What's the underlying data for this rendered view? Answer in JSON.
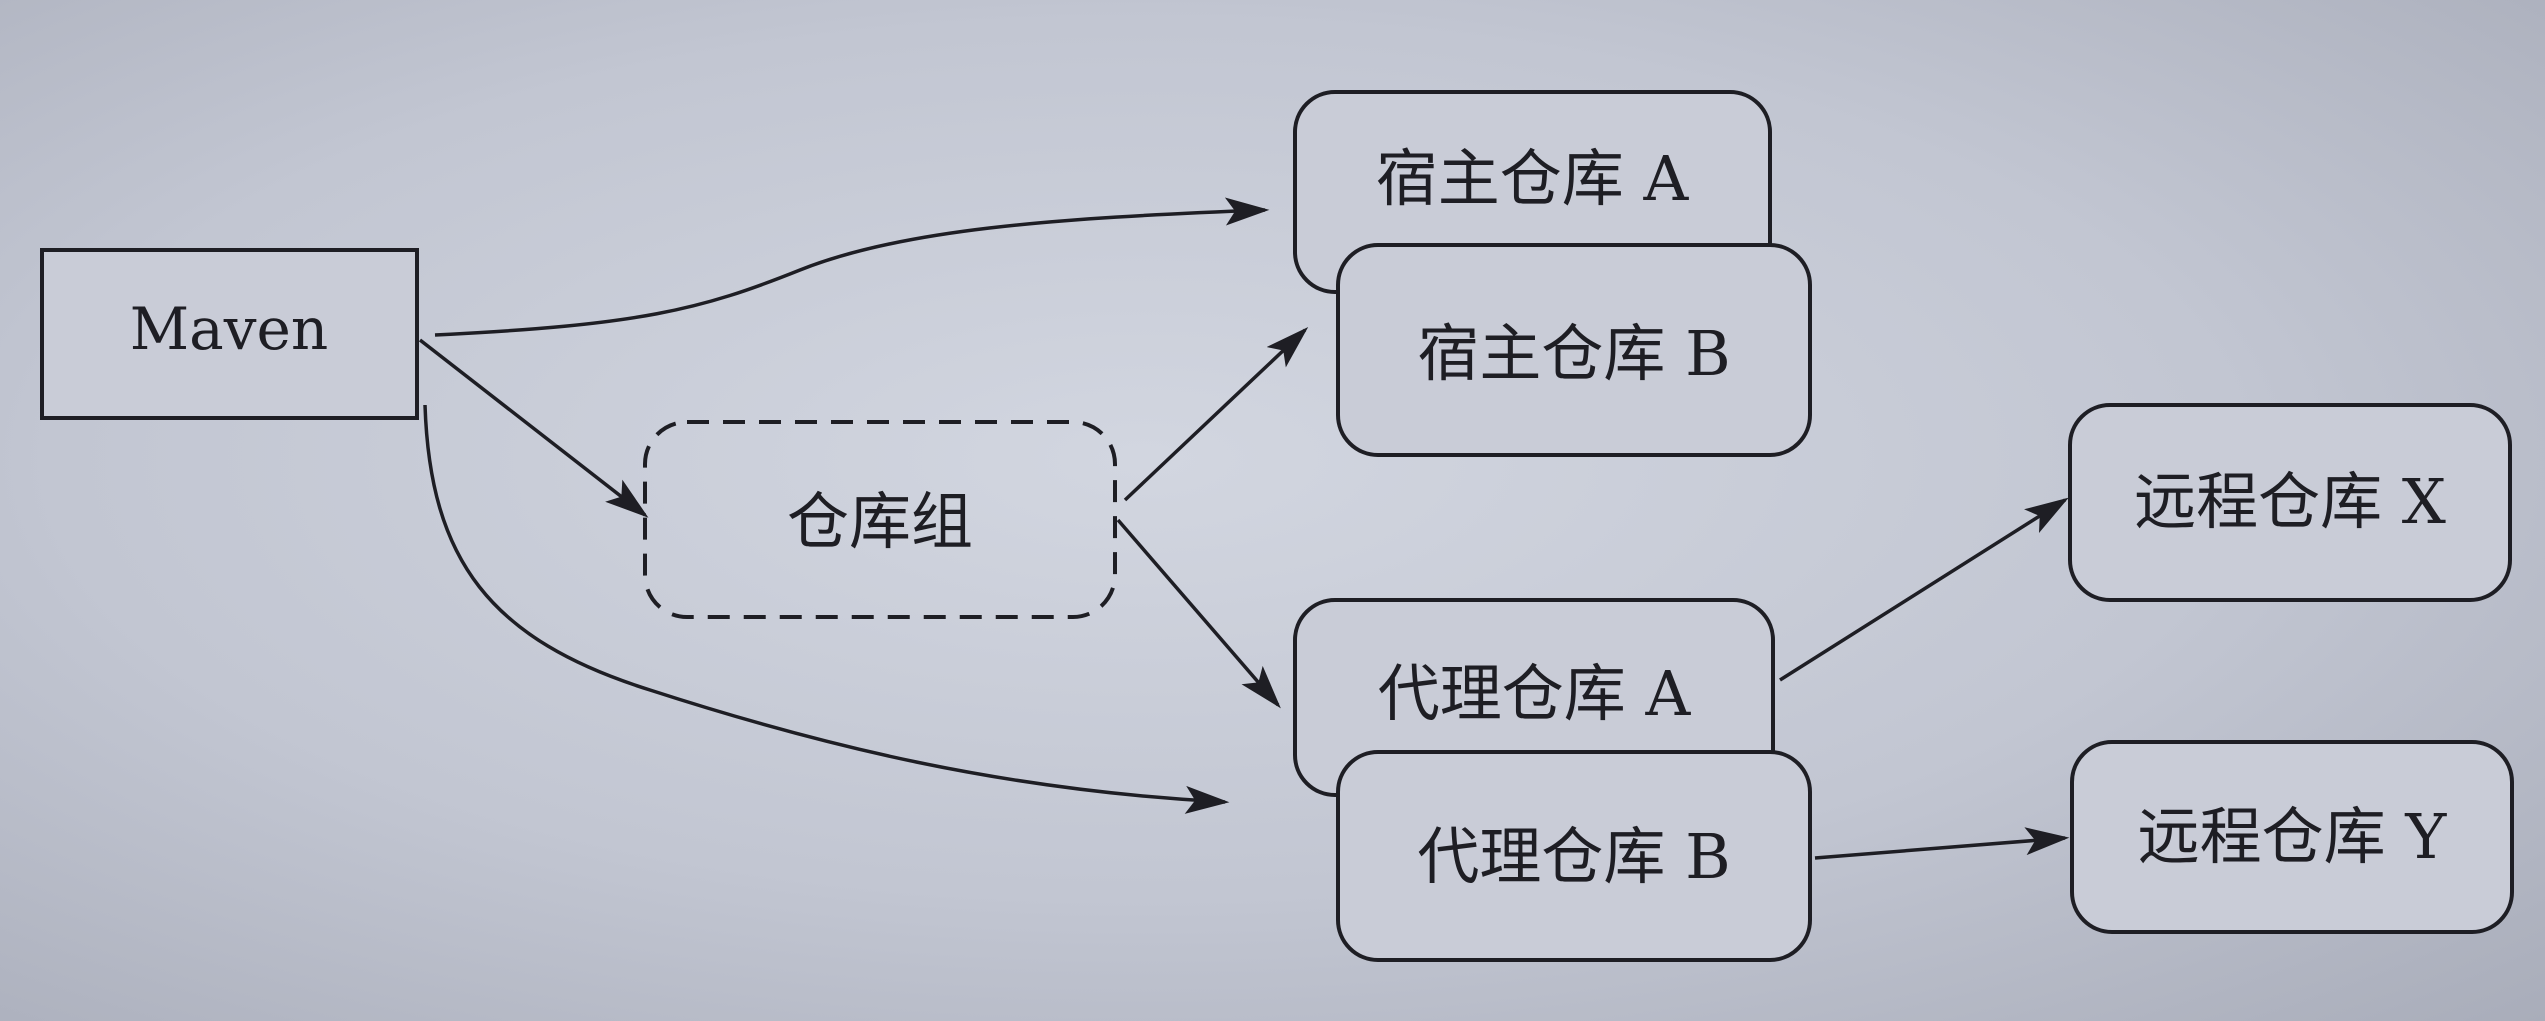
{
  "diagram": {
    "nodes": {
      "maven": "Maven",
      "group": "仓库组",
      "hosted_a": "宿主仓库 A",
      "hosted_b": "宿主仓库 B",
      "proxy_a": "代理仓库 A",
      "proxy_b": "代理仓库 B",
      "remote_x": "远程仓库 X",
      "remote_y": "远程仓库 Y"
    },
    "edges": [
      {
        "from": "Maven",
        "to": "宿主仓库 A"
      },
      {
        "from": "Maven",
        "to": "仓库组"
      },
      {
        "from": "Maven",
        "to": "代理仓库 B"
      },
      {
        "from": "仓库组",
        "to": "宿主仓库 B"
      },
      {
        "from": "仓库组",
        "to": "代理仓库 A"
      },
      {
        "from": "代理仓库 A",
        "to": "远程仓库 X"
      },
      {
        "from": "代理仓库 B",
        "to": "远程仓库 Y"
      }
    ]
  },
  "colors": {
    "ink": "#1e1e24",
    "paper": "#c9ccd7"
  }
}
